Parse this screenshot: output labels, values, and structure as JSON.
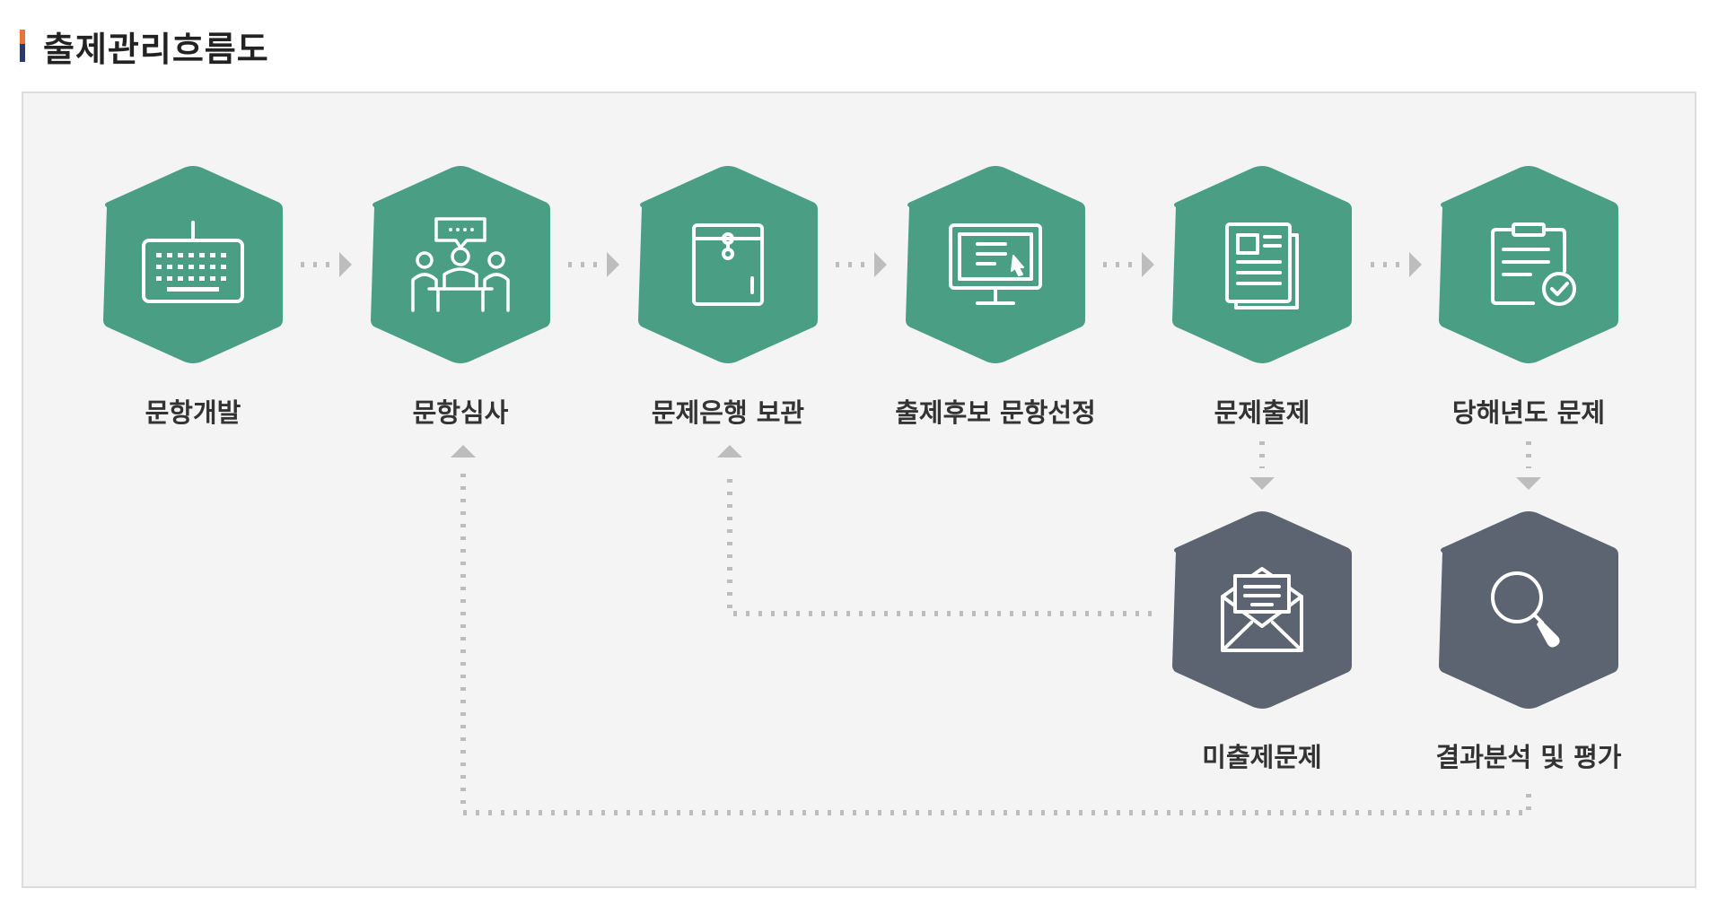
{
  "title": "출제관리흐름도",
  "colors": {
    "green": "#4a9e84",
    "slate": "#5b6470",
    "connector": "#bdbdbd",
    "panel": "#f4f4f4"
  },
  "steps": [
    {
      "label": "문항개발",
      "icon": "keyboard-icon"
    },
    {
      "label": "문항심사",
      "icon": "meeting-icon"
    },
    {
      "label": "문제은행 보관",
      "icon": "envelope-folder-icon"
    },
    {
      "label": "출제후보 문항선정",
      "icon": "monitor-select-icon"
    },
    {
      "label": "문제출제",
      "icon": "document-icon"
    },
    {
      "label": "당해년도 문제",
      "icon": "clipboard-check-icon"
    }
  ],
  "outcomes": [
    {
      "label": "미출제문제",
      "icon": "open-mail-icon"
    },
    {
      "label": "결과분석 및 평가",
      "icon": "magnifier-icon"
    }
  ]
}
